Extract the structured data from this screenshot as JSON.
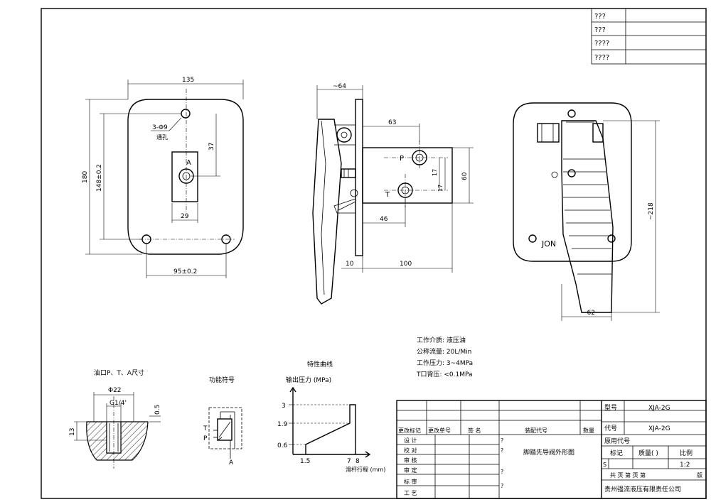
{
  "front_view": {
    "dim_width_top": "135",
    "dim_height_outer": "180",
    "dim_height_inner": "148±0.2",
    "hole_callout": "3-Φ9",
    "hole_note": "通孔",
    "dim_to_port": "37",
    "port_label": "A",
    "dim_port_width": "29",
    "dim_bottom_holes": "95±0.2"
  },
  "side_view": {
    "dim_top": "~64",
    "dim_63": "63",
    "port_p": "P",
    "port_t": "T",
    "dim_17a": "17",
    "dim_17b": "17",
    "dim_60": "60",
    "dim_46": "46",
    "dim_10": "10",
    "dim_100": "100"
  },
  "right_view": {
    "brand": "JON",
    "dim_height": "~218",
    "dim_bottom": "~62"
  },
  "specs": {
    "medium": "工作介质: 液压油",
    "flow": "公称流量: 20L/Min",
    "pressure": "工作压力: 3~4MPa",
    "back_pressure": "T口背压: <0.1MPa"
  },
  "port_detail": {
    "title": "油口P、T、A尺寸",
    "dia": "Φ22",
    "thread": "G1/4'",
    "depth": "13",
    "chamfer": "0.5"
  },
  "symbol": {
    "title": "功能符号",
    "t": "T",
    "p": "P",
    "a": "A"
  },
  "curve": {
    "title": "特性曲线",
    "ylabel": "输出压力 (MPa)",
    "xlabel": "滑杆行程 (mm)",
    "y_ticks": [
      "3",
      "1.9",
      "0.6"
    ],
    "x_ticks": [
      "1.5",
      "7",
      "8"
    ]
  },
  "rev_table": {
    "rows": [
      "????",
      "???",
      "???",
      "???"
    ]
  },
  "title_block": {
    "col_change_mark": "更改标记",
    "col_change_no": "更改单号",
    "col_sign": "签 名",
    "assembly_code": "装配代号",
    "quantity": "数量",
    "model_label": "型号",
    "model_value": "XJA-2G",
    "code_label": "代号",
    "code_value": "XJA-2G",
    "original_code": "原用代号",
    "mark": "标记",
    "weight": "质量( )",
    "scale": "比例",
    "s_mark": "S",
    "scale_value": "1:2",
    "sheets": "共    页 第    页 第",
    "last": "版",
    "drawing_title": "脚踏先导阀外形图",
    "company": "贵州强流液压有限责任公司",
    "roles": [
      "设  计",
      "校  对",
      "审  核",
      "审  定",
      "标  审",
      "工  艺"
    ],
    "q": "?"
  }
}
